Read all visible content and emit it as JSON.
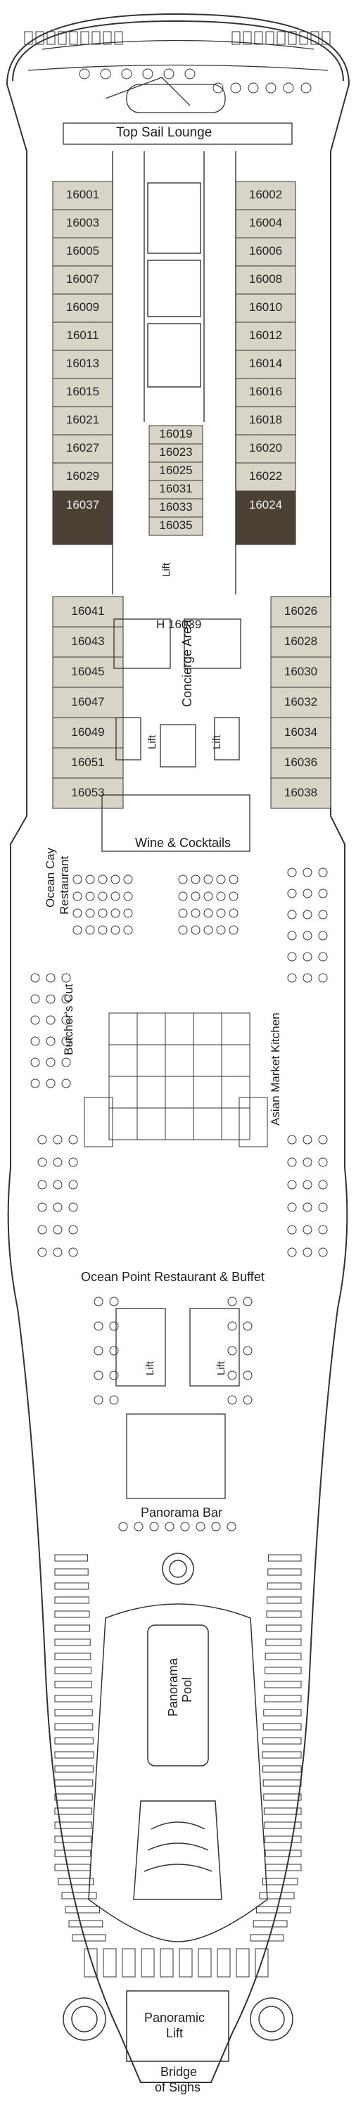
{
  "deck": {
    "labels": {
      "top_sail_lounge": "Top Sail Lounge",
      "concierge_area": "Concierge Area",
      "wine_cocktails": "Wine & Cocktails",
      "ocean_cay_restaurant_1": "Ocean Cay",
      "ocean_cay_restaurant_2": "Restaurant",
      "butchers_cut": "Butcher's Cut",
      "asian_market_kitchen": "Asian Market Kitchen",
      "ocean_point": "Ocean Point Restaurant & Buffet",
      "panorama_bar": "Panorama Bar",
      "panorama_pool_1": "Panorama",
      "panorama_pool_2": "Pool",
      "panoramic_lift_1": "Panoramic",
      "panoramic_lift_2": "Lift",
      "bridge_of_sighs_1": "Bridge",
      "bridge_of_sighs_2": "of Sighs",
      "lift": "Lift",
      "handicap_cabin": "H 16039"
    },
    "cabins_left_fwd": [
      "16001",
      "16003",
      "16005",
      "16007",
      "16009",
      "16011",
      "16013",
      "16015",
      "16021",
      "16027",
      "16029",
      "16037"
    ],
    "cabins_right_fwd": [
      "16002",
      "16004",
      "16006",
      "16008",
      "16010",
      "16012",
      "16014",
      "16016",
      "16018",
      "16020",
      "16022",
      "16024"
    ],
    "cabins_center": [
      "16019",
      "16023",
      "16025",
      "16031",
      "16033",
      "16035"
    ],
    "cabins_left_mid": [
      "16041",
      "16043",
      "16045",
      "16047",
      "16049",
      "16051",
      "16053"
    ],
    "cabins_right_mid": [
      "16026",
      "16028",
      "16030",
      "16032",
      "16034",
      "16036",
      "16038"
    ],
    "colors": {
      "cabin": "#d8d5c8",
      "suite": "#4b4134",
      "line": "#333333"
    }
  }
}
